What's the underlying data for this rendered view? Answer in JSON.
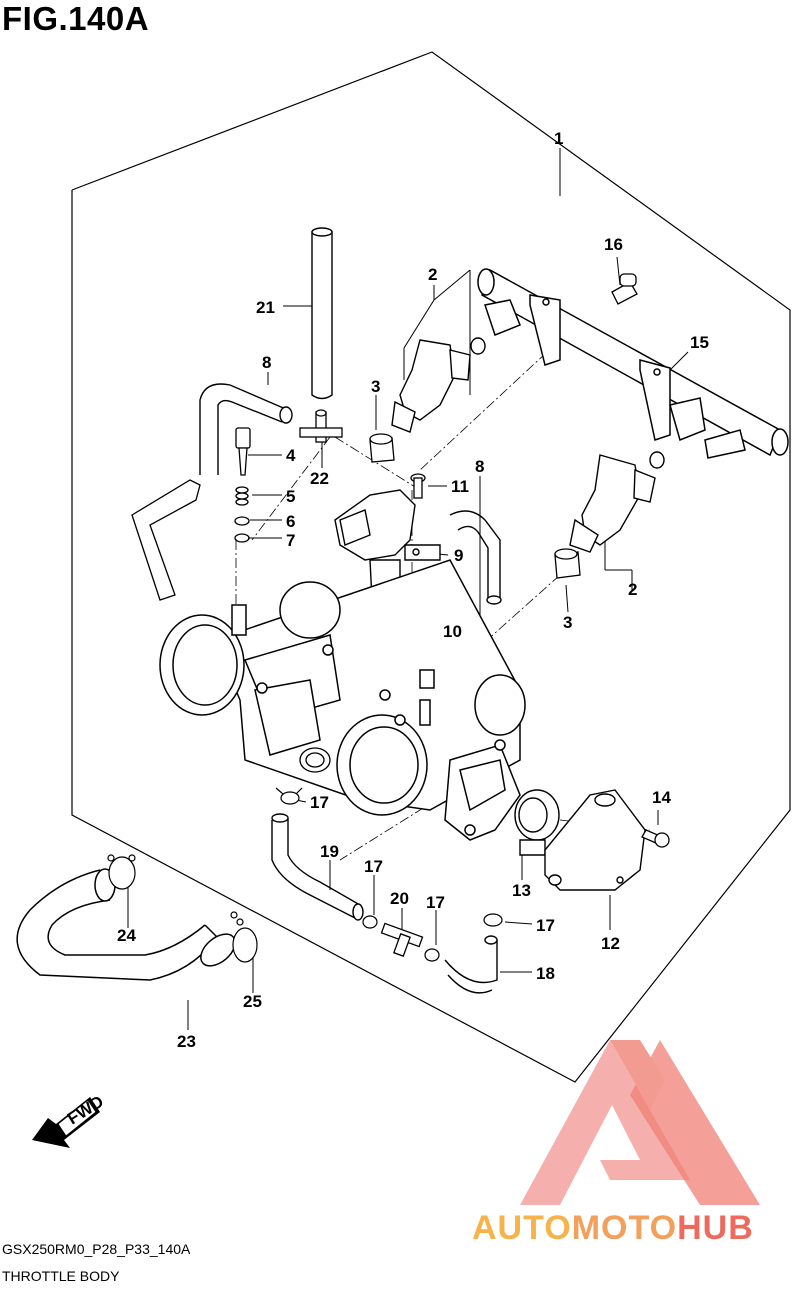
{
  "figure": {
    "title": "FIG.140A",
    "code": "GSX250RM0_P28_P33_140A",
    "name": "THROTTLE BODY"
  },
  "fwd_label": "FWD",
  "watermark": {
    "brand_parts": [
      "AUTO",
      "MOTO",
      "HUB"
    ],
    "colors": {
      "auto": "#f6b34a",
      "moto": "#f2a05c",
      "hub": "#ee6a5e",
      "logo": "#ee6a5e"
    }
  },
  "callouts": {
    "c1": "1",
    "c2a": "2",
    "c2b": "2",
    "c3a": "3",
    "c3b": "3",
    "c4": "4",
    "c5": "5",
    "c6": "6",
    "c7": "7",
    "c8a": "8",
    "c8b": "8",
    "c9": "9",
    "c10": "10",
    "c11": "11",
    "c12": "12",
    "c13": "13",
    "c14": "14",
    "c15": "15",
    "c16": "16",
    "c17a": "17",
    "c17b": "17",
    "c17c": "17",
    "c17d": "17",
    "c18": "18",
    "c19": "19",
    "c20": "20",
    "c21": "21",
    "c22": "22",
    "c23": "23",
    "c24": "24",
    "c25": "25"
  }
}
